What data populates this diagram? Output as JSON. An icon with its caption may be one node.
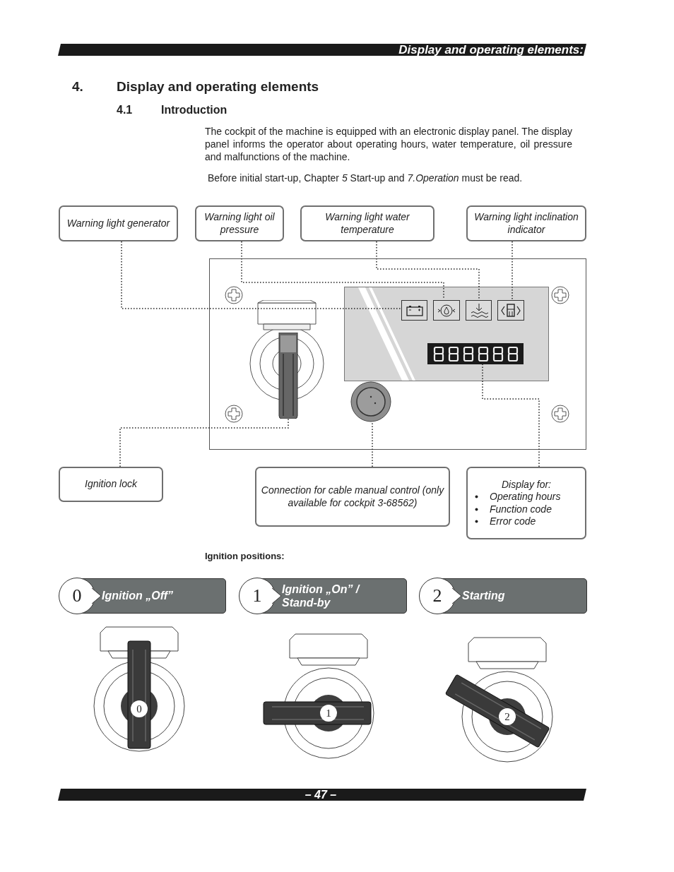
{
  "diagram": {
    "nodes": [
      {
        "text": [
          "Warning light generator"
        ]
      },
      {
        "text": [
          "Warning light oil pressure"
        ]
      },
      {
        "text": [
          "Warning light water temperature"
        ]
      },
      {
        "text": [
          "Warning light inclination indicator"
        ]
      },
      {
        "text": [],
        "shape": "box"
      },
      {
        "text": [],
        "shape": "picture",
        "in": 4
      },
      {
        "text": [],
        "shape": "picture",
        "in": 4
      },
      {
        "text": [],
        "shape": "picture",
        "in": 4
      },
      {
        "text": [],
        "shape": "picture",
        "in": 4
      },
      {
        "text": [],
        "shape": "box",
        "in": 4
      },
      {
        "text": [],
        "shape": "picture",
        "in": 4
      },
      {
        "text": [],
        "shape": "circle",
        "in": 4
      },
      {
        "text": [
          "Ignition lock"
        ]
      },
      {
        "text": [
          "Connection for cable manual control (only available for cockpit 3-68562)"
        ]
      },
      {
        "text": [
          "Display for:",
          "Operating hours",
          "Function code",
          "Error code"
        ]
      },
      {
        "text": [
          "0",
          "Ignition „Off”"
        ]
      },
      {
        "text": [
          "1",
          "Ignition „On” / Stand-by"
        ]
      },
      {
        "text": [
          "2",
          "Starting"
        ]
      }
    ],
    "edges": [
      {
        "from": 0,
        "to": 5,
        "arrow": "none",
        "style": "dashed"
      },
      {
        "from": 1,
        "to": 6,
        "arrow": "none",
        "style": "dashed"
      },
      {
        "from": 2,
        "to": 7,
        "arrow": "none",
        "style": "dashed"
      },
      {
        "from": 3,
        "to": 8,
        "arrow": "none",
        "style": "dashed"
      },
      {
        "from": 12,
        "to": 10,
        "arrow": "none",
        "style": "dashed"
      },
      {
        "from": 13,
        "to": 11,
        "arrow": "none",
        "style": "dashed"
      },
      {
        "from": 14,
        "to": 9,
        "arrow": "none",
        "style": "dashed"
      }
    ],
    "labels": [
      "Display and operating elements:",
      "4.",
      "Display and operating elements",
      "4.1",
      "Introduction",
      "The cockpit of the machine is equipped with an electronic display panel. The display panel informs the operator about operating hours, water temperature, oil pressure and malfunctions of the machine.",
      "Before initial start-up, Chapter *5* Start-up and *7.Operation* must be read.",
      "Ignition positions:",
      "0",
      "1",
      "2",
      "– 47 –"
    ]
  }
}
